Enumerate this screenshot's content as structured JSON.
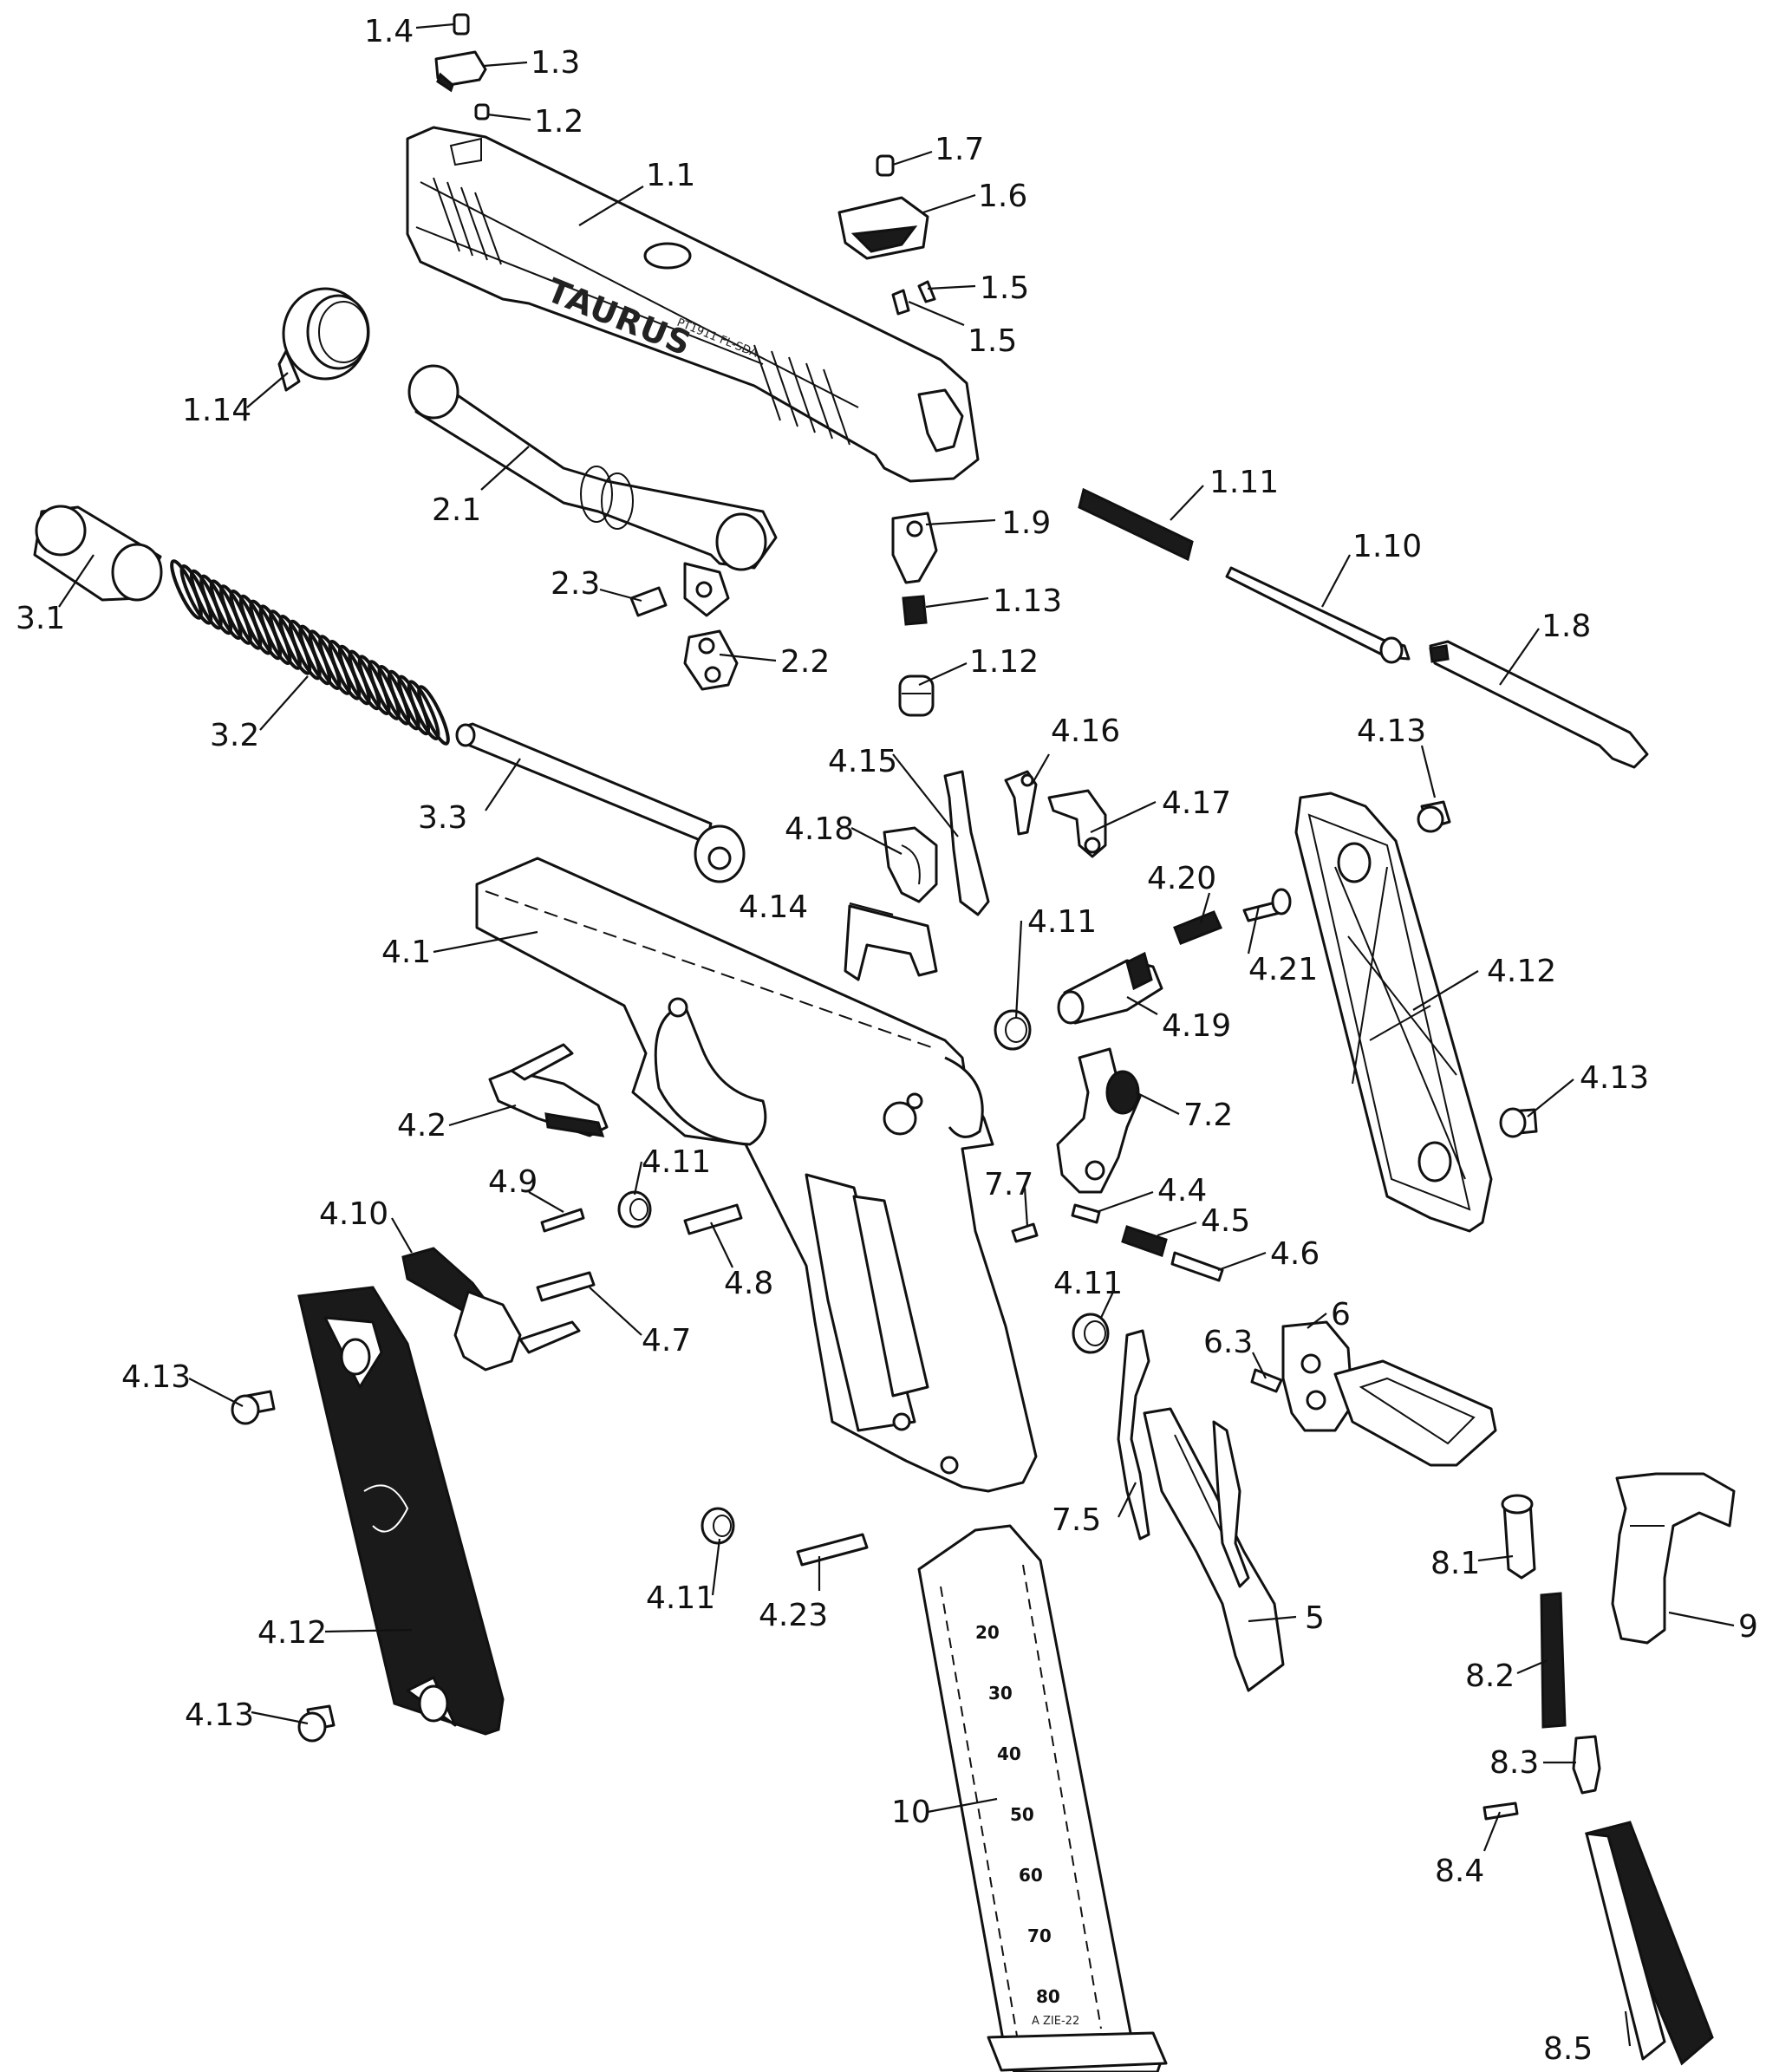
{
  "diagram": {
    "brand_text": "TAURUS",
    "model_text": "PT1911 FL-SDA",
    "magazine_marks": [
      "20",
      "30",
      "40",
      "50",
      "60",
      "70",
      "80"
    ],
    "magazine_base_text": "A ZIE-22",
    "labels": [
      {
        "id": "l-1-4",
        "text": "1.4"
      },
      {
        "id": "l-1-3",
        "text": "1.3"
      },
      {
        "id": "l-1-2",
        "text": "1.2"
      },
      {
        "id": "l-1-1",
        "text": "1.1"
      },
      {
        "id": "l-1-7",
        "text": "1.7"
      },
      {
        "id": "l-1-6",
        "text": "1.6"
      },
      {
        "id": "l-1-5a",
        "text": "1.5"
      },
      {
        "id": "l-1-5b",
        "text": "1.5"
      },
      {
        "id": "l-1-14",
        "text": "1.14"
      },
      {
        "id": "l-2-1",
        "text": "2.1"
      },
      {
        "id": "l-1-11",
        "text": "1.11"
      },
      {
        "id": "l-1-9",
        "text": "1.9"
      },
      {
        "id": "l-1-10",
        "text": "1.10"
      },
      {
        "id": "l-3-1",
        "text": "3.1"
      },
      {
        "id": "l-2-3",
        "text": "2.3"
      },
      {
        "id": "l-1-13",
        "text": "1.13"
      },
      {
        "id": "l-1-8",
        "text": "1.8"
      },
      {
        "id": "l-2-2",
        "text": "2.2"
      },
      {
        "id": "l-1-12",
        "text": "1.12"
      },
      {
        "id": "l-3-2",
        "text": "3.2"
      },
      {
        "id": "l-4-16",
        "text": "4.16"
      },
      {
        "id": "l-4-13a",
        "text": "4.13"
      },
      {
        "id": "l-4-15",
        "text": "4.15"
      },
      {
        "id": "l-4-17",
        "text": "4.17"
      },
      {
        "id": "l-3-3",
        "text": "3.3"
      },
      {
        "id": "l-4-18",
        "text": "4.18"
      },
      {
        "id": "l-4-20",
        "text": "4.20"
      },
      {
        "id": "l-4-14",
        "text": "4.14"
      },
      {
        "id": "l-4-11a",
        "text": "4.11"
      },
      {
        "id": "l-4-21",
        "text": "4.21"
      },
      {
        "id": "l-4-1",
        "text": "4.1"
      },
      {
        "id": "l-4-12a",
        "text": "4.12"
      },
      {
        "id": "l-4-19",
        "text": "4.19"
      },
      {
        "id": "l-4-13b",
        "text": "4.13"
      },
      {
        "id": "l-7-2",
        "text": "7.2"
      },
      {
        "id": "l-4-2",
        "text": "4.2"
      },
      {
        "id": "l-4-11b",
        "text": "4.11"
      },
      {
        "id": "l-4-4",
        "text": "4.4"
      },
      {
        "id": "l-4-9",
        "text": "4.9"
      },
      {
        "id": "l-7-7",
        "text": "7.7"
      },
      {
        "id": "l-4-5",
        "text": "4.5"
      },
      {
        "id": "l-4-10",
        "text": "4.10"
      },
      {
        "id": "l-4-6",
        "text": "4.6"
      },
      {
        "id": "l-4-8",
        "text": "4.8"
      },
      {
        "id": "l-4-11c",
        "text": "4.11"
      },
      {
        "id": "l-6",
        "text": "6"
      },
      {
        "id": "l-4-7",
        "text": "4.7"
      },
      {
        "id": "l-6-3",
        "text": "6.3"
      },
      {
        "id": "l-4-13c",
        "text": "4.13"
      },
      {
        "id": "l-7-5",
        "text": "7.5"
      },
      {
        "id": "l-8-1",
        "text": "8.1"
      },
      {
        "id": "l-4-11d",
        "text": "4.11"
      },
      {
        "id": "l-4-23",
        "text": "4.23"
      },
      {
        "id": "l-5",
        "text": "5"
      },
      {
        "id": "l-9",
        "text": "9"
      },
      {
        "id": "l-4-12b",
        "text": "4.12"
      },
      {
        "id": "l-8-2",
        "text": "8.2"
      },
      {
        "id": "l-4-13d",
        "text": "4.13"
      },
      {
        "id": "l-8-3",
        "text": "8.3"
      },
      {
        "id": "l-10",
        "text": "10"
      },
      {
        "id": "l-8-4",
        "text": "8.4"
      },
      {
        "id": "l-8-5",
        "text": "8.5"
      }
    ]
  }
}
